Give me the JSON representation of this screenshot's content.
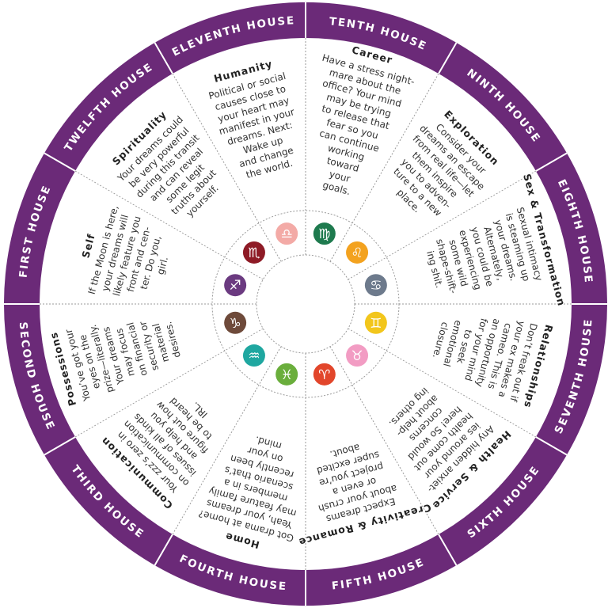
{
  "colors": {
    "ring": "#6b2a78",
    "divider": "#9a9a9a"
  },
  "houses": [
    {
      "name": "FIRST HOUSE",
      "heading": "Self",
      "lines": [
        "If the Moon is here,",
        "your dreams will",
        "likely feature you",
        "front and cen-",
        "ter. Do you,",
        "girl."
      ],
      "sign": {
        "name": "Sagittarius",
        "glyph": "♐",
        "color": "#6b3a80"
      }
    },
    {
      "name": "SECOND HOUSE",
      "heading": "Possessions",
      "lines": [
        "You’ve got your",
        "eyes on the",
        "prize—literally.",
        "Your dreams",
        "may focus",
        "on financial",
        "security or",
        "material",
        "desires."
      ],
      "sign": {
        "name": "Capricorn",
        "glyph": "♑",
        "color": "#6e4a3a"
      }
    },
    {
      "name": "THIRD HOUSE",
      "heading": "Communication",
      "lines": [
        "Your zzz’s zero in",
        "on communication",
        "issues of all kinds",
        "and help you",
        "figure out how",
        "to be heard",
        "IRL."
      ],
      "sign": {
        "name": "Aquarius",
        "glyph": "♒",
        "color": "#1fa7a0"
      }
    },
    {
      "name": "FOURTH HOUSE",
      "heading": "Home",
      "lines": [
        "Got drama at home?",
        "Yeah, your dreams",
        "may feature family",
        "members in a",
        "scenario that’s",
        "recently been",
        "on your",
        "mind."
      ],
      "sign": {
        "name": "Pisces",
        "glyph": "♓",
        "color": "#6aae3c"
      }
    },
    {
      "name": "FIFTH HOUSE",
      "heading": "Creativity & Romance",
      "lines": [
        "Expect dreams",
        "about your crush",
        "or even a",
        "project you’re",
        "super excited",
        "about."
      ],
      "sign": {
        "name": "Aries",
        "glyph": "♈",
        "color": "#e2462b"
      }
    },
    {
      "name": "SIXTH HOUSE",
      "heading": "Health & Service",
      "lines": [
        "Any hidden anxiet-",
        "ies around your",
        "health come out",
        "here! So would",
        "concerns",
        "about help-",
        "ing others."
      ],
      "sign": {
        "name": "Taurus",
        "glyph": "♉",
        "color": "#f29cc3"
      }
    },
    {
      "name": "SEVENTH HOUSE",
      "heading": "Relationships",
      "lines": [
        "Don’t freak out if",
        "your ex makes a",
        "cameo. This is",
        "an opportunity",
        "for your mind",
        "to seek",
        "emotional",
        "closure."
      ],
      "sign": {
        "name": "Gemini",
        "glyph": "♊",
        "color": "#f2c61c"
      }
    },
    {
      "name": "EIGHTH HOUSE",
      "heading": "Sex & Transformation",
      "lines": [
        "Sexual intimacy",
        "is steaming up",
        "your dreams.",
        "Alternately,",
        "you could be",
        "experiencing",
        "some wild",
        "shape-shift-",
        "ing shit."
      ],
      "sign": {
        "name": "Cancer",
        "glyph": "♋",
        "color": "#6d7a8c"
      }
    },
    {
      "name": "NINTH HOUSE",
      "heading": "Exploration",
      "lines": [
        "Consider your",
        "dreams an escape",
        "from real life—let",
        "them inspire",
        "you to adven-",
        "ture to a new",
        "place."
      ],
      "sign": {
        "name": "Leo",
        "glyph": "♌",
        "color": "#f3a21f"
      }
    },
    {
      "name": "TENTH HOUSE",
      "heading": "Career",
      "lines": [
        "Have a stress night-",
        "mare about the",
        "office? Your mind",
        "may be trying",
        "to release that",
        "fear so you",
        "can continue",
        "working",
        "toward",
        "your",
        "goals."
      ],
      "sign": {
        "name": "Virgo",
        "glyph": "♍",
        "color": "#1e7a4e"
      }
    },
    {
      "name": "ELEVENTH HOUSE",
      "heading": "Humanity",
      "lines": [
        "Political or social",
        "causes close to",
        "your heart may",
        "manifest in your",
        "dreams. Next:",
        "Wake up",
        "and change",
        "the world."
      ],
      "sign": {
        "name": "Libra",
        "glyph": "♎",
        "color": "#f3aaa6"
      }
    },
    {
      "name": "TWELFTH HOUSE",
      "heading": "Spirituality",
      "lines": [
        "Your dreams could",
        "be very powerful",
        "during this transit",
        "and can reveal",
        "some legit",
        "truths about",
        "yourself."
      ],
      "sign": {
        "name": "Scorpio",
        "glyph": "♏",
        "color": "#8e1b26"
      }
    }
  ]
}
